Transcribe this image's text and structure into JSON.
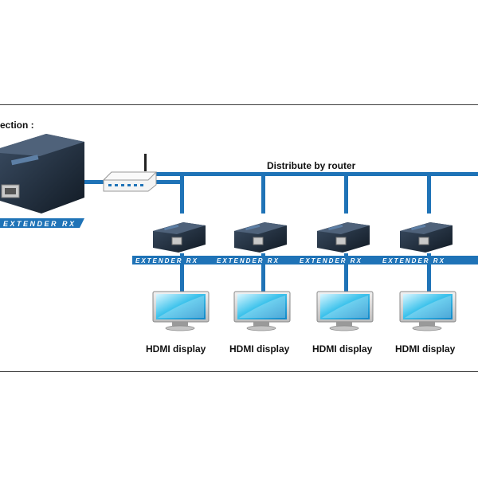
{
  "header_text": "ection :",
  "network_label": "Distribute by router",
  "extender_label": "EXTENDER RX",
  "receiver_extender_label": "EXTENDER RX",
  "displays": [
    {
      "label": "HDMI display"
    },
    {
      "label": "HDMI display"
    },
    {
      "label": "HDMI display"
    },
    {
      "label": "HDMI display"
    }
  ],
  "colors": {
    "cable": "#1f73b7",
    "frame": "#3a3a3a",
    "device_body": "#1f2d3d",
    "screen": "#3fc3ec"
  }
}
